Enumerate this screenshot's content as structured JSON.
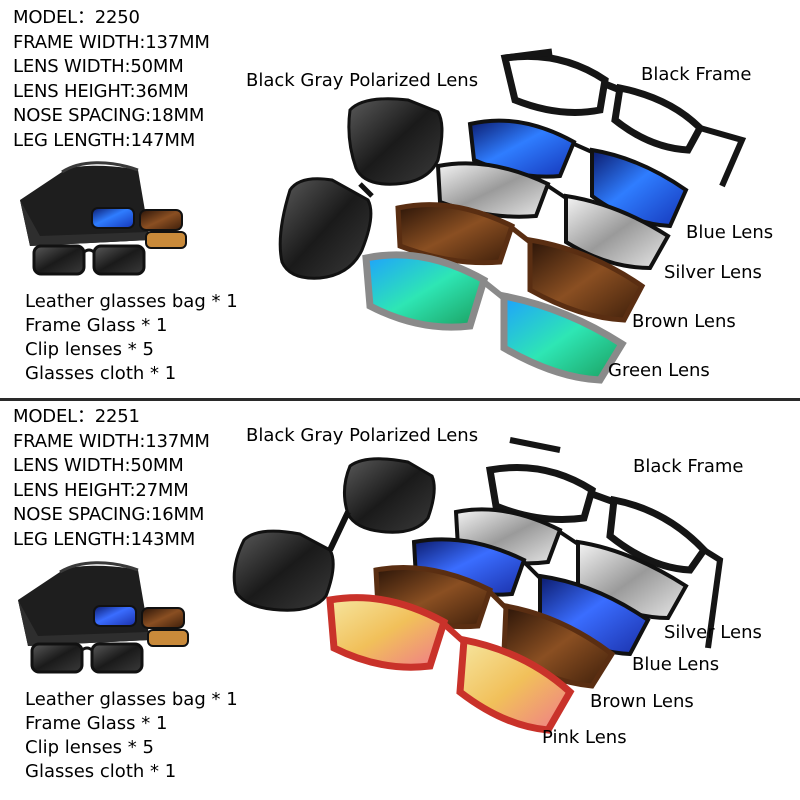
{
  "panels": [
    {
      "specs": [
        "MODEL：2250",
        "FRAME WIDTH:137MM",
        "LENS WIDTH:50MM",
        "LENS HEIGHT:36MM",
        "NOSE SPACING:18MM",
        "LEG LENGTH:147MM"
      ],
      "contents": [
        "Leather glasses bag * 1",
        "Frame Glass * 1",
        "Clip lenses * 5",
        "Glasses cloth * 1"
      ],
      "labels": {
        "polarized": "Black Gray Polarized Lens",
        "frame": "Black Frame",
        "blue": "Blue Lens",
        "silver": "Silver Lens",
        "brown": "Brown Lens",
        "fifth": "Green Lens"
      }
    },
    {
      "specs": [
        "MODEL：2251",
        "FRAME WIDTH:137MM",
        "LENS WIDTH:50MM",
        "LENS HEIGHT:27MM",
        "NOSE SPACING:16MM",
        "LEG LENGTH:143MM"
      ],
      "contents": [
        "Leather glasses bag * 1",
        "Frame Glass * 1",
        "Clip lenses * 5",
        "Glasses cloth * 1"
      ],
      "labels": {
        "polarized": "Black Gray Polarized Lens",
        "frame": "Black Frame",
        "silver": "Silver Lens",
        "blue": "Blue Lens",
        "brown": "Brown Lens",
        "fifth": "Pink Lens"
      }
    }
  ],
  "colors": {
    "frame_black": "#151515",
    "lens_black": "#2b2b2b",
    "lens_blue": "#1e4fd6",
    "lens_silver": "#d9d9d9",
    "lens_brown": "#6b3a1a",
    "tortoise": "#5a2e12",
    "lens_green": "#22c7a8",
    "frame_gray": "#8a8a8a",
    "lens_pink": "#f2d27a",
    "frame_red": "#c9322a",
    "bag": "#1e1e1e"
  }
}
